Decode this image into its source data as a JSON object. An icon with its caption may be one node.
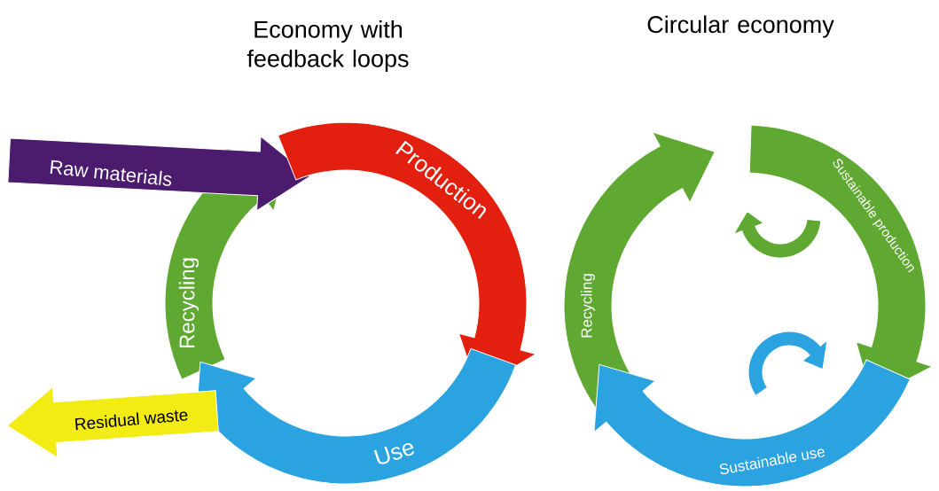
{
  "diagram": {
    "nodes": [
      {
        "text": [
          "Raw materials"
        ]
      },
      {
        "text": [
          "Production"
        ]
      },
      {
        "text": [
          "Recycling"
        ]
      },
      {
        "text": [
          "Use"
        ]
      },
      {
        "text": [
          "Residual waste"
        ]
      },
      {
        "text": [
          "Recycling"
        ]
      },
      {
        "text": [
          "Sustainable production"
        ]
      },
      {
        "text": [
          "Sustainable use"
        ]
      }
    ],
    "labels": [
      "Economy with feedback loops",
      "Circular economy"
    ]
  }
}
